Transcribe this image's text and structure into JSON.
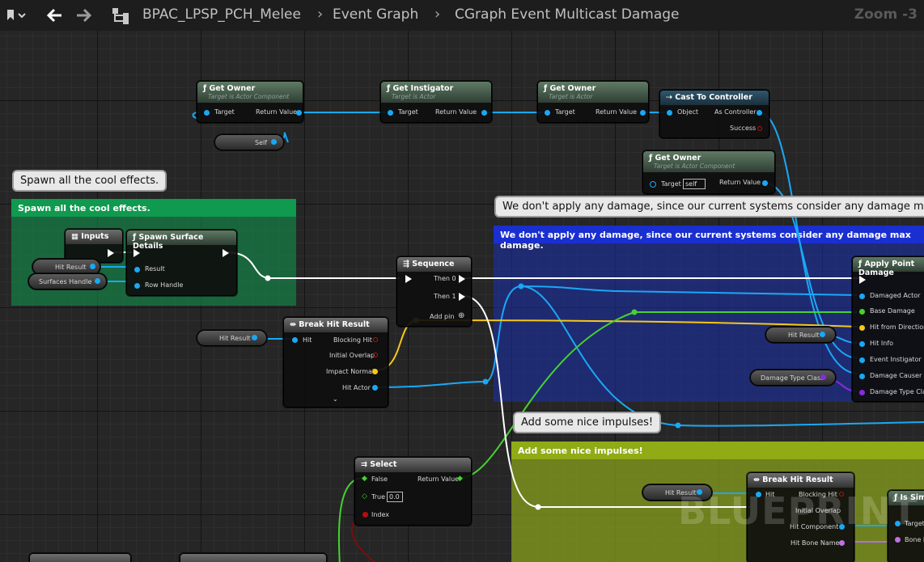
{
  "breadcrumb": {
    "blueprint": "BPAC_LPSP_PCH_Melee",
    "graph": "Event Graph",
    "function": "CGraph Event Multicast Damage",
    "zoom": "Zoom -3"
  },
  "comments": {
    "effects": {
      "bubble": "Spawn all the cool effects.",
      "title": "Spawn all the cool effects.",
      "color": "#0f9a4f"
    },
    "damage": {
      "bubble": "We don't apply any damage, since our current systems consider any damage max damage.",
      "title": "We don't apply any damage, since our current systems consider any damage max damage.",
      "color": "#1a2fa4"
    },
    "impulses": {
      "bubble": "Add some nice impulses!",
      "title": "Add some nice impulses!",
      "color": "#8ea61c"
    }
  },
  "nodes": {
    "get_owner_1": {
      "title": "Get Owner",
      "subtitle": "Target is Actor Component",
      "in": "Target",
      "out": "Return Value"
    },
    "get_instigator": {
      "title": "Get Instigator",
      "subtitle": "Target is Actor",
      "in": "Target",
      "out": "Return Value"
    },
    "get_owner_2": {
      "title": "Get Owner",
      "subtitle": "Target is Actor",
      "in": "Target",
      "out": "Return Value"
    },
    "cast_to_controller": {
      "title": "Cast To Controller",
      "in": "Object",
      "out": "As Controller",
      "success": "Success"
    },
    "get_owner_3": {
      "title": "Get Owner",
      "subtitle": "Target is Actor Component",
      "in": "Target",
      "in_value": "self",
      "out": "Return Value"
    },
    "self_var": {
      "label": "Self"
    },
    "inputs": {
      "title": "Inputs"
    },
    "hit_result_1": {
      "label": "Hit Result"
    },
    "surfaces_handle": {
      "label": "Surfaces Handle"
    },
    "spawn_surface_details": {
      "title": "Spawn Surface Details",
      "in1": "Result",
      "in2": "Row Handle"
    },
    "sequence": {
      "title": "Sequence",
      "out1": "Then 0",
      "out2": "Then 1",
      "add": "Add pin"
    },
    "hit_result_2": {
      "label": "Hit Result"
    },
    "break_hit_result_1": {
      "title": "Break Hit Result",
      "in": "Hit",
      "out1": "Blocking Hit",
      "out2": "Initial Overlap",
      "out3": "Impact Normal",
      "out4": "Hit Actor"
    },
    "apply_point_damage": {
      "title": "Apply Point Damage",
      "pins": [
        "Damaged Actor",
        "Base Damage",
        "Hit from Direction",
        "Hit Info",
        "Event Instigator",
        "Damage Causer",
        "Damage Type Class"
      ]
    },
    "hit_result_3": {
      "label": "Hit Result"
    },
    "damage_type_class": {
      "label": "Damage Type Class"
    },
    "select": {
      "title": "Select",
      "in1": "False",
      "in2": "True",
      "in2_value": "0.0",
      "in3": "Index",
      "out": "Return Value"
    },
    "hit_result_4": {
      "label": "Hit Result"
    },
    "break_hit_result_2": {
      "title": "Break Hit Result",
      "in": "Hit",
      "out1": "Blocking Hit",
      "out2": "Initial Overlap",
      "out3": "Hit Component",
      "out4": "Hit Bone Name"
    },
    "is_sim": {
      "title": "Is Sim",
      "in1": "Target",
      "in2": "Bone N"
    }
  },
  "watermark": "BLUEPRINT",
  "colors": {
    "object": "#1aa8f5",
    "vector": "#f5c81a",
    "float": "#45d230",
    "class": "#8a2ae0",
    "bool": "#c01010",
    "exec": "#ffffff"
  }
}
